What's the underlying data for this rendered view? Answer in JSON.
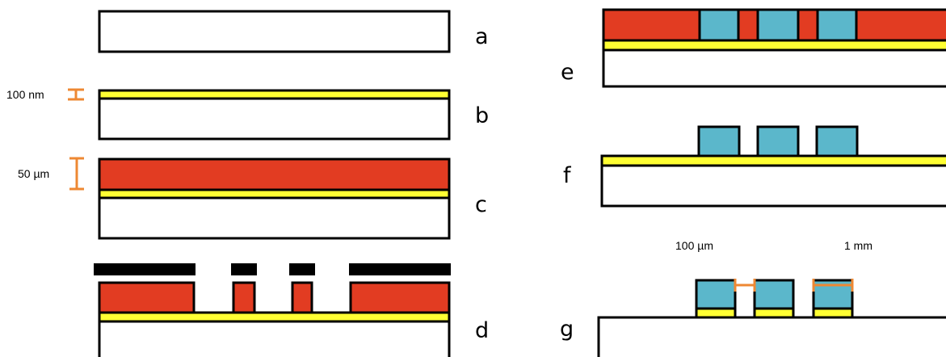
{
  "steps": {
    "a": "a",
    "b": "b",
    "c": "c",
    "d": "d",
    "e": "e",
    "f": "f",
    "g": "g"
  },
  "dimensions": {
    "gold_thickness": "100 nm",
    "resist_thickness": "50 µm",
    "gap_width": "100 µm",
    "pillar_pitch": "1 mm"
  },
  "colors": {
    "substrate": "#ffffff",
    "gold": "#ffff33",
    "photoresist": "#e23c22",
    "mask": "#000000",
    "pillar": "#5bb7cb",
    "dimension": "#ee8833",
    "outline": "#000000"
  }
}
